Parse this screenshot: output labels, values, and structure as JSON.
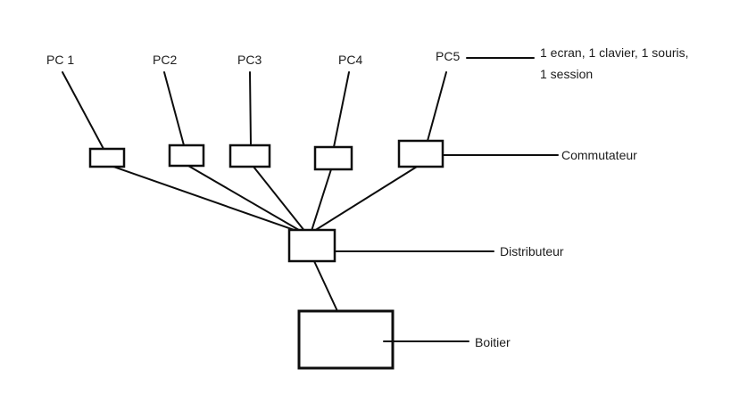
{
  "diagram": {
    "type": "network-topology-sketch",
    "pcs": [
      {
        "label": "PC 1"
      },
      {
        "label": "PC2"
      },
      {
        "label": "PC3"
      },
      {
        "label": "PC4"
      },
      {
        "label": "PC5"
      }
    ],
    "annotation": {
      "line1": "1 ecran, 1 clavier, 1 souris,",
      "line2": "1 session"
    },
    "labels": {
      "commutateur": "Commutateur",
      "distributeur": "Distributeur",
      "boitier": "Boitier"
    },
    "colors": {
      "line": "#0d0d0d",
      "background": "#ffffff"
    }
  }
}
